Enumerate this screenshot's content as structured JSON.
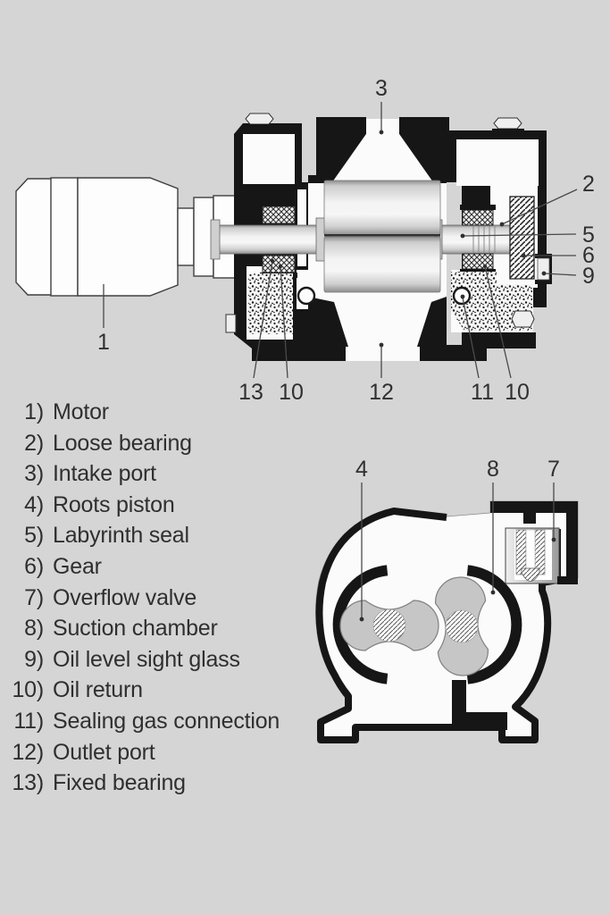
{
  "figure": {
    "description": "Cross section of a Roots pump with motor, and a transverse section of the pump chamber",
    "colors": {
      "background": "#d5d5d6",
      "ink": "#161616",
      "text": "#2f2f2f",
      "paper_white": "#fbfbfb",
      "metal_light": "#f2f2f2",
      "metal_mid": "#c9c9c9",
      "piston_gray": "#c6c6c6"
    }
  },
  "legend": {
    "items": [
      {
        "num": "1)",
        "label": "Motor"
      },
      {
        "num": "2)",
        "label": "Loose bearing"
      },
      {
        "num": "3)",
        "label": "Intake port"
      },
      {
        "num": "4)",
        "label": "Roots piston"
      },
      {
        "num": "5)",
        "label": "Labyrinth seal"
      },
      {
        "num": "6)",
        "label": "Gear"
      },
      {
        "num": "7)",
        "label": "Overflow valve"
      },
      {
        "num": "8)",
        "label": "Suction chamber"
      },
      {
        "num": "9)",
        "label": "Oil level sight glass"
      },
      {
        "num": "10)",
        "label": "Oil return"
      },
      {
        "num": "11)",
        "label": "Sealing gas connection"
      },
      {
        "num": "12)",
        "label": "Outlet port"
      },
      {
        "num": "13)",
        "label": "Fixed bearing"
      }
    ]
  },
  "main": {
    "callouts": [
      {
        "text": "1"
      },
      {
        "text": "3"
      },
      {
        "text": "2"
      },
      {
        "text": "5"
      },
      {
        "text": "6"
      },
      {
        "text": "9"
      },
      {
        "text": "13"
      },
      {
        "text": "10"
      },
      {
        "text": "12"
      },
      {
        "text": "11"
      },
      {
        "text": "10"
      }
    ]
  },
  "section": {
    "callouts": [
      {
        "text": "4"
      },
      {
        "text": "8"
      },
      {
        "text": "7"
      }
    ]
  }
}
